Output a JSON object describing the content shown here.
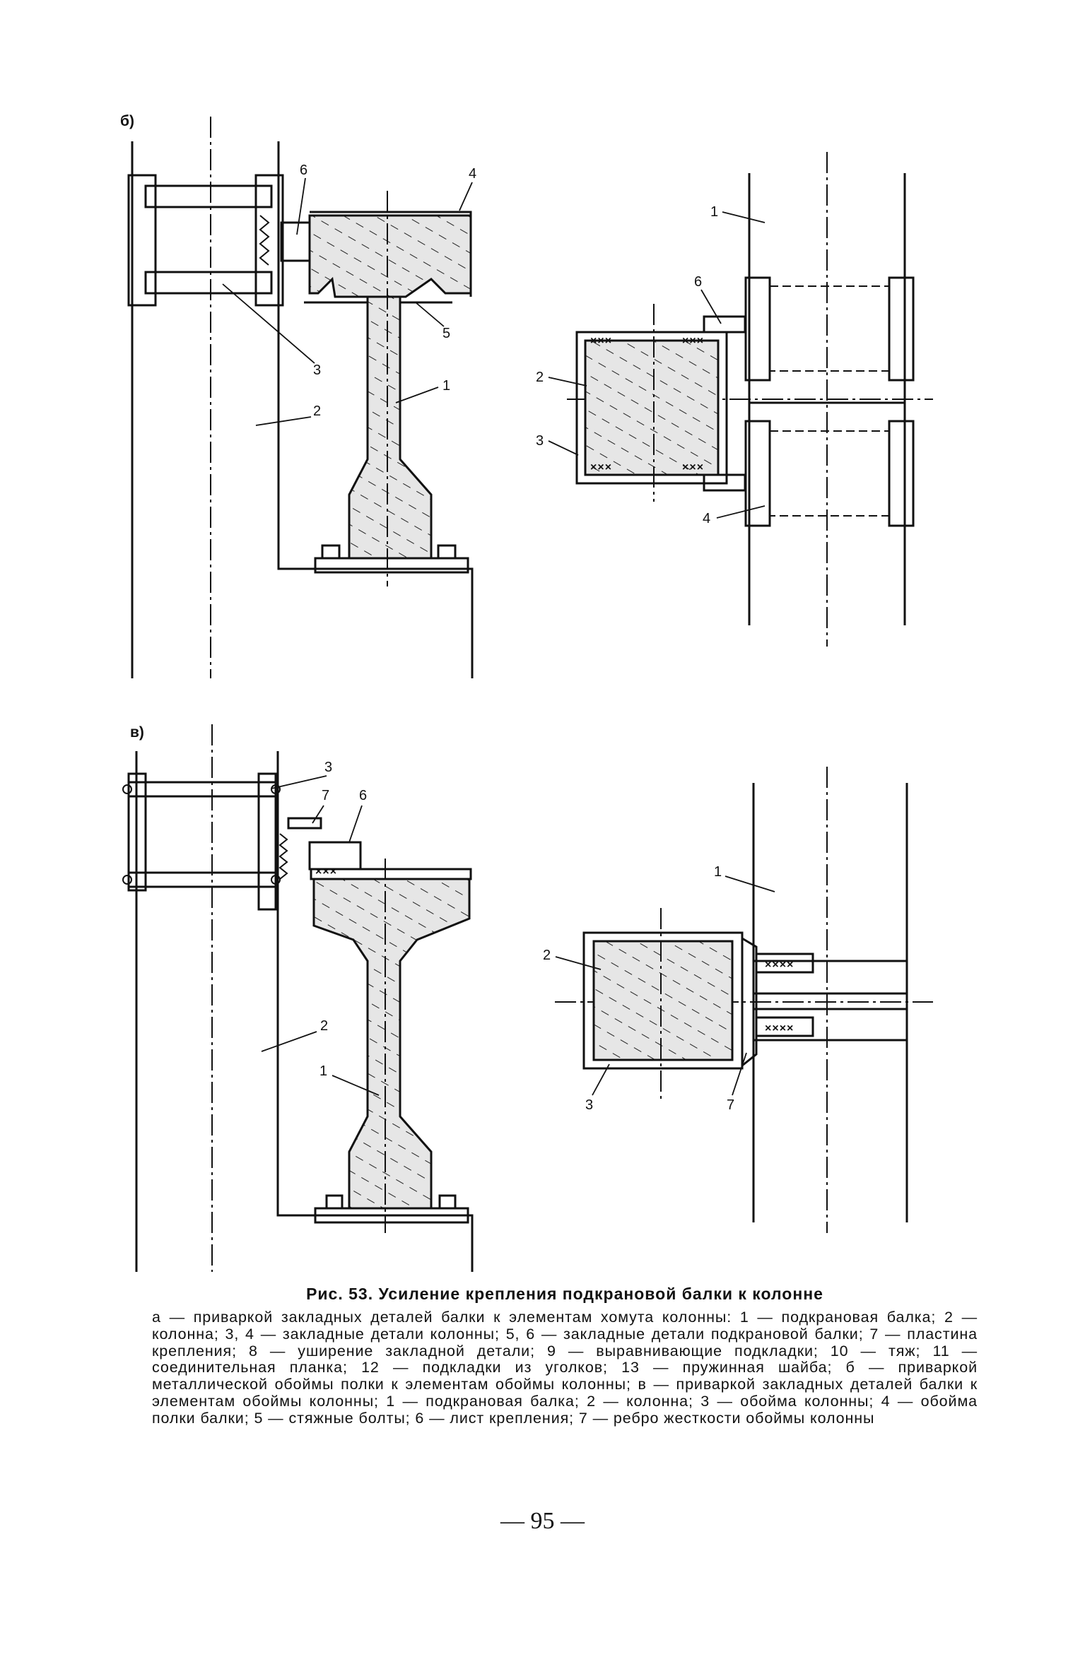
{
  "figure": {
    "panel_b_label": "б)",
    "panel_v_label": "в)",
    "callouts_b_left": [
      "6",
      "4",
      "3",
      "5",
      "1",
      "2"
    ],
    "callouts_b_right": [
      "1",
      "6",
      "2",
      "3",
      "4"
    ],
    "callouts_v_left": [
      "3",
      "7",
      "6",
      "2",
      "1"
    ],
    "callouts_v_right": [
      "1",
      "2",
      "3",
      "7"
    ],
    "weld_marks": "×××"
  },
  "caption": {
    "title": "Рис. 53. Усиление крепления подкрановой балки к колонне",
    "text": "а — приваркой закладных деталей балки к элементам хомута колонны: 1 — подкрановая балка; 2 — колонна; 3, 4 — закладные детали колонны; 5, 6 — закладные детали подкрановой балки; 7 — пластина крепления; 8 — уширение закладной детали; 9 — выравнивающие подкладки; 10 — тяж; 11 — соединительная планка; 12 — подкладки из уголков; 13 — пружинная шайба; б — приваркой металлической обоймы полки к элементам обоймы колонны; в — приваркой закладных деталей балки к элементам обоймы колонны; 1 — подкрановая балка; 2 — колонна; 3 — обойма колонны; 4 — обойма полки балки; 5 — стяжные болты; 6 — лист крепления; 7 — ребро жесткости обоймы колонны"
  },
  "page_number": "— 95 —"
}
